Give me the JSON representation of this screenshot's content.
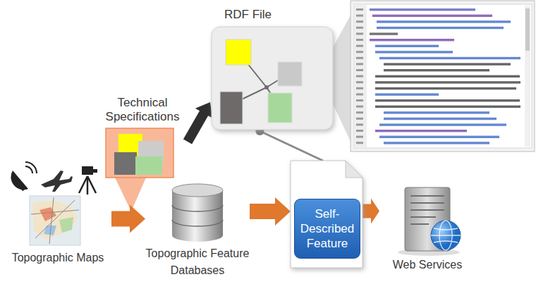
{
  "diagram": {
    "nodes": [
      {
        "text": [
          "RDF File"
        ]
      },
      {
        "text": [
          "Technical Specifications"
        ]
      },
      {
        "text": [
          "Topographic Maps"
        ]
      },
      {
        "text": [
          "Topographic Feature Databases"
        ]
      },
      {
        "text": [
          "Self-Described Feature"
        ]
      },
      {
        "text": [
          "Web Services"
        ]
      }
    ],
    "edges": [
      {
        "from": 2,
        "to": 3,
        "arrow": "to"
      },
      {
        "from": 3,
        "to": 4,
        "arrow": "to"
      },
      {
        "from": 4,
        "to": 5,
        "arrow": "to"
      },
      {
        "from": 1,
        "to": 0,
        "arrow": "to"
      },
      {
        "from": 0,
        "to": 4,
        "arrow": "none"
      }
    ]
  }
}
